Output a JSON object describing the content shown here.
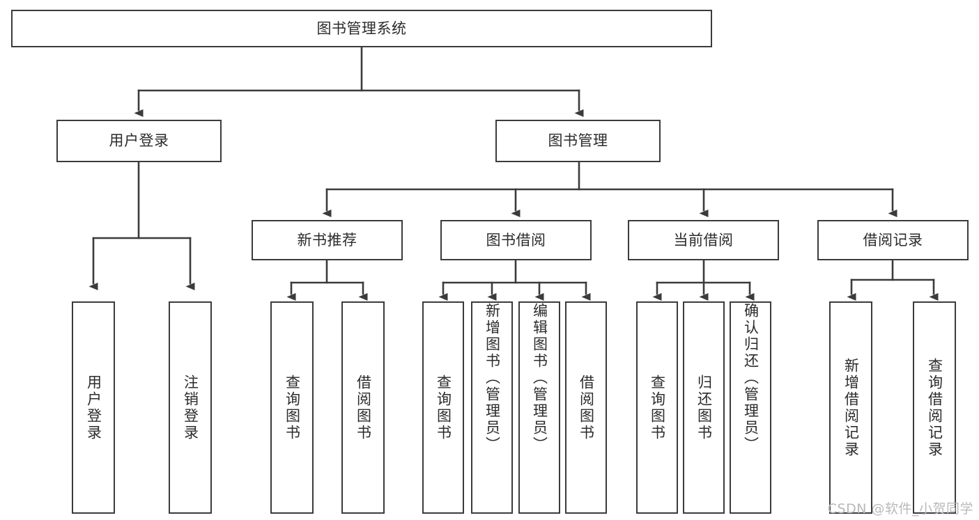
{
  "diagram": {
    "title": "图书管理系统",
    "watermark": "CSDN @软件_小贺同学",
    "line_color": "#3b3b3b",
    "box_fill": "#ffffff",
    "text_color": "#2b2b2b",
    "watermark_color": "#b9b9b9",
    "levels": {
      "root": "图书管理系统",
      "level2": [
        "用户登录",
        "图书管理"
      ],
      "level3": [
        "新书推荐",
        "图书借阅",
        "当前借阅",
        "借阅记录"
      ],
      "leaves": [
        "用户登录",
        "注销登录",
        "查询图书",
        "借阅图书",
        "查询图书",
        "新增图书（管理员）",
        "编辑图书（管理员）",
        "借阅图书",
        "查询图书",
        "归还图书",
        "确认归还（管理员）",
        "新增借阅记录",
        "查询借阅记录"
      ]
    },
    "nodes": {
      "root": {
        "label": "图书管理系统"
      },
      "user_login": {
        "label": "用户登录"
      },
      "book_manage": {
        "label": "图书管理"
      },
      "new_book_rec": {
        "label": "新书推荐"
      },
      "book_borrow": {
        "label": "图书借阅"
      },
      "current_borrow": {
        "label": "当前借阅"
      },
      "borrow_record": {
        "label": "借阅记录"
      },
      "leaf_user_login": {
        "label": "用户登录"
      },
      "leaf_logout": {
        "label": "注销登录"
      },
      "leaf_query_book_1": {
        "label": "查询图书"
      },
      "leaf_borrow_book_1": {
        "label": "借阅图书"
      },
      "leaf_query_book_2": {
        "label": "查询图书"
      },
      "leaf_add_book": {
        "label": "新增图书（管理员）"
      },
      "leaf_edit_book": {
        "label": "编辑图书（管理员）"
      },
      "leaf_borrow_book_2": {
        "label": "借阅图书"
      },
      "leaf_query_book_3": {
        "label": "查询图书"
      },
      "leaf_return_book": {
        "label": "归还图书"
      },
      "leaf_confirm_return": {
        "label": "确认归还（管理员）"
      },
      "leaf_add_record": {
        "label": "新增借阅记录"
      },
      "leaf_query_record": {
        "label": "查询借阅记录"
      }
    }
  }
}
